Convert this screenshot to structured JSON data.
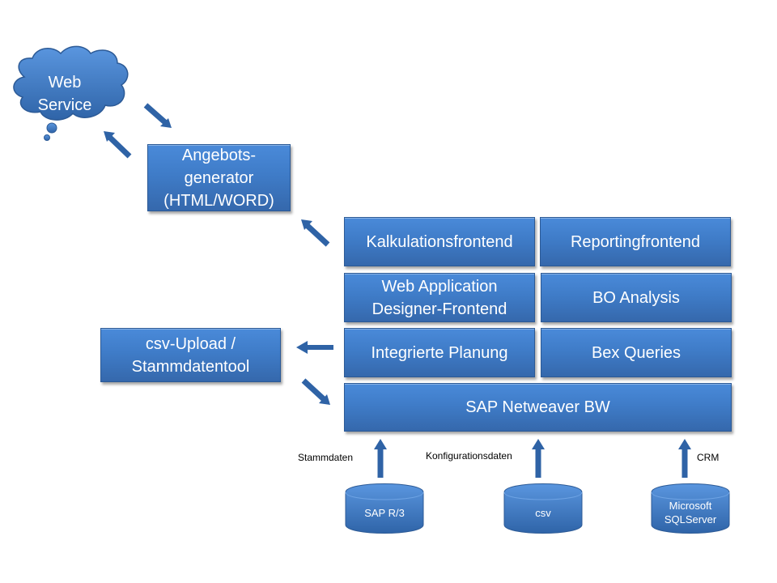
{
  "diagram": {
    "cloud": {
      "label": "Web\nService"
    },
    "boxes": {
      "angebotsgenerator": "Angebots-\ngenerator\n(HTML/WORD)",
      "kalkulationsfrontend": "Kalkulationsfrontend",
      "reportingfrontend": "Reportingfrontend",
      "wad_frontend": "Web Application\nDesigner-Frontend",
      "bo_analysis": "BO Analysis",
      "csv_upload": "csv-Upload /\nStammdatentool",
      "integrierte_planung": "Integrierte Planung",
      "bex_queries": "Bex Queries",
      "sap_bw": "SAP Netweaver BW"
    },
    "sources": [
      {
        "label": "SAP R/3",
        "edge_label": "Stammdaten"
      },
      {
        "label": "csv",
        "edge_label": "Konfigurationsdaten"
      },
      {
        "label": "Microsoft\nSQLServer",
        "edge_label": "CRM"
      }
    ],
    "colors": {
      "box_fill": "#3f7cc8",
      "box_border": "#2c5a96",
      "text": "#ffffff"
    }
  }
}
